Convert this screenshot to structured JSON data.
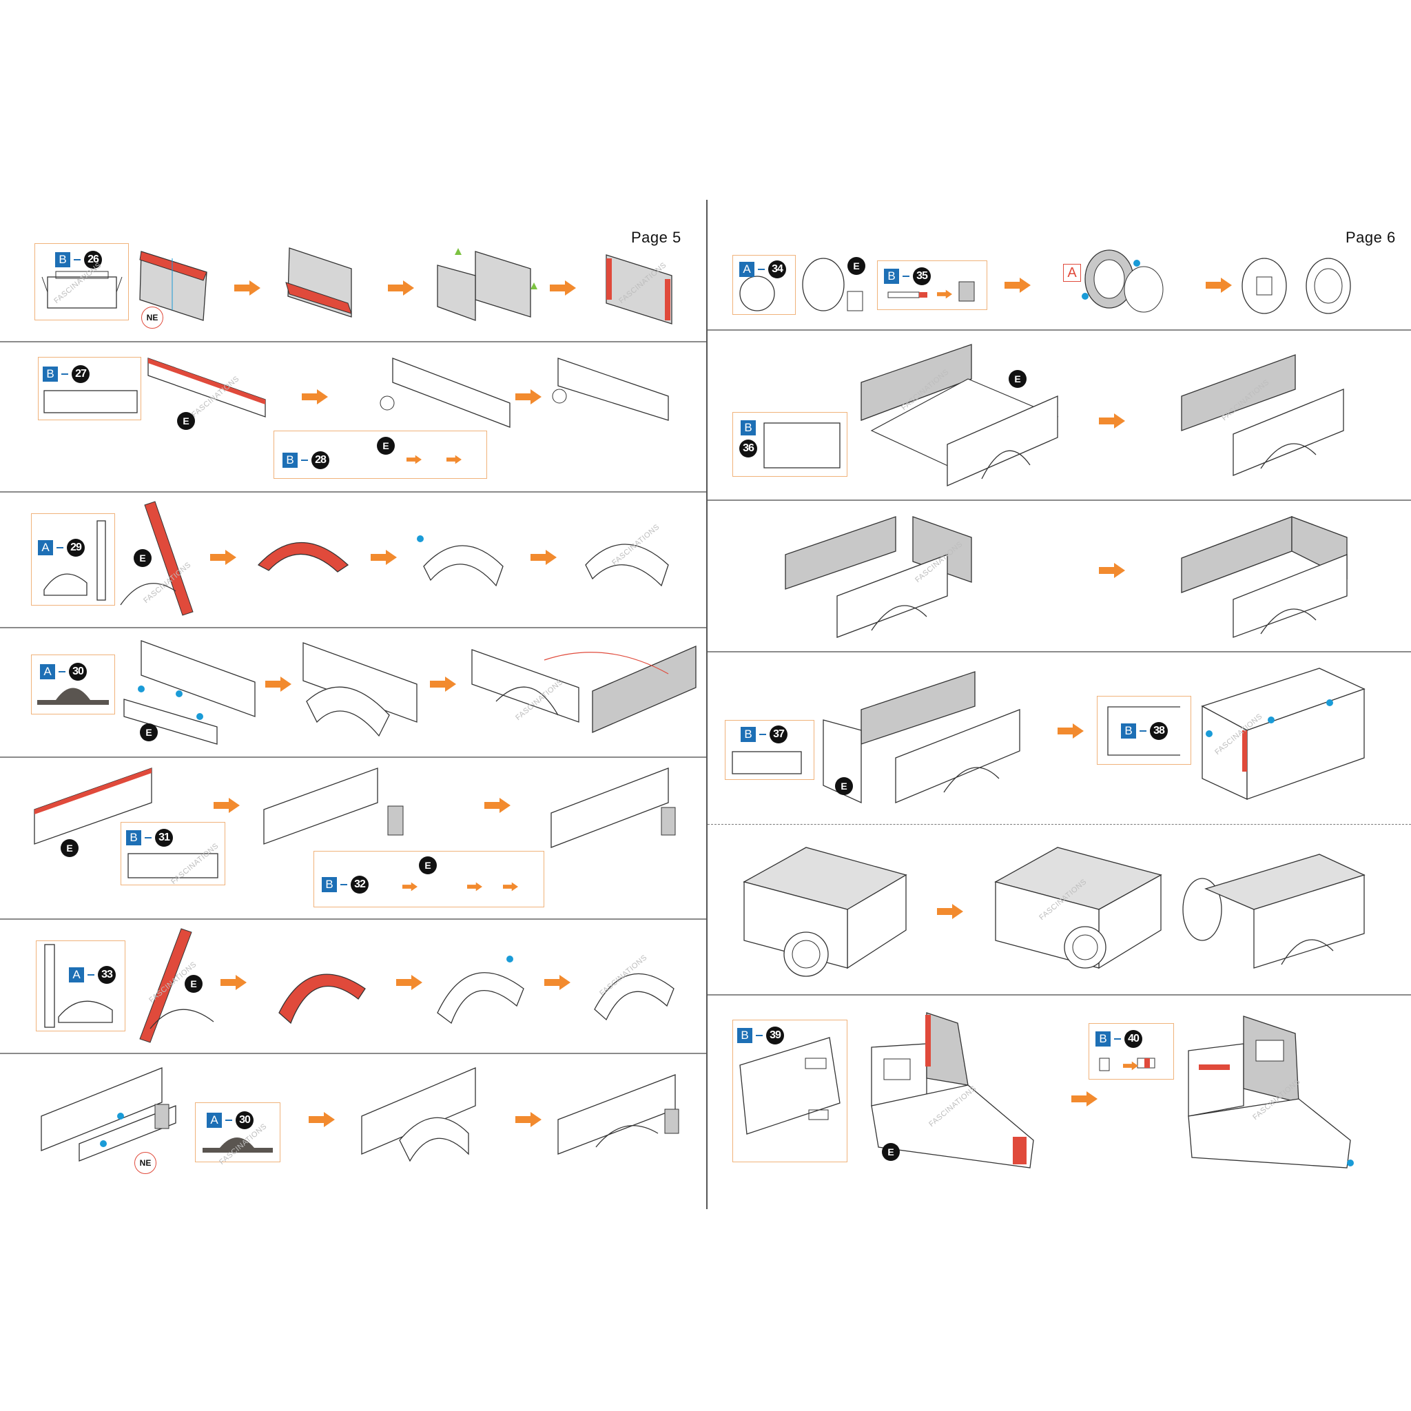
{
  "pages": {
    "left_label": "Page 5",
    "right_label": "Page 6"
  },
  "watermark": "FASCINATIONS",
  "badges": {
    "E": "E",
    "NE": "NE",
    "A": "A",
    "B": "B"
  },
  "steps": {
    "s26": {
      "sheet": "B",
      "num": "26"
    },
    "s27": {
      "sheet": "B",
      "num": "27"
    },
    "s28": {
      "sheet": "B",
      "num": "28"
    },
    "s29": {
      "sheet": "A",
      "num": "29"
    },
    "s30": {
      "sheet": "A",
      "num": "30"
    },
    "s30b": {
      "sheet": "A",
      "num": "30"
    },
    "s31": {
      "sheet": "B",
      "num": "31"
    },
    "s32": {
      "sheet": "B",
      "num": "32"
    },
    "s33": {
      "sheet": "A",
      "num": "33"
    },
    "s34": {
      "sheet": "A",
      "num": "34"
    },
    "s35": {
      "sheet": "B",
      "num": "35"
    },
    "s36": {
      "sheet": "B",
      "num": "36"
    },
    "s37": {
      "sheet": "B",
      "num": "37"
    },
    "s38": {
      "sheet": "B",
      "num": "38"
    },
    "s39": {
      "sheet": "B",
      "num": "39"
    },
    "s40": {
      "sheet": "B",
      "num": "40"
    }
  },
  "colors": {
    "arrow": "#f28a2e",
    "sheet_badge": "#1d6fb5",
    "highlight_red": "#e04a3b",
    "frame": "#f0b27a",
    "part_gray": "#c8c8c8",
    "marker_blue": "#1a9bd7",
    "marker_green": "#7cc241"
  },
  "icons": {
    "arrow": "orange-right-arrow-icon"
  }
}
